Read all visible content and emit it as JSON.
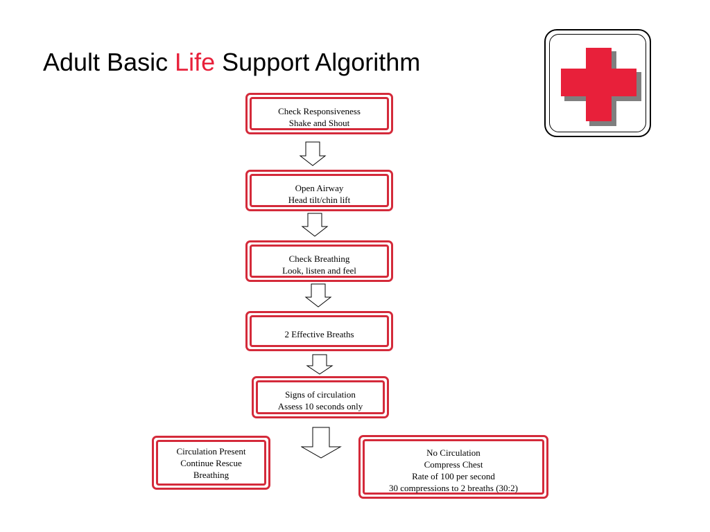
{
  "slide": {
    "title_part1": "Adult Basic ",
    "title_highlight": "Life",
    "title_part2": " Support Algorithm"
  },
  "steps": [
    {
      "line1": "Check Responsiveness",
      "line2": "Shake and Shout"
    },
    {
      "line1": "Open Airway",
      "line2": "Head tilt/chin lift"
    },
    {
      "line1": "Check Breathing",
      "line2": "Look, listen and feel"
    },
    {
      "line1": "2 Effective Breaths"
    },
    {
      "line1": "Signs of circulation",
      "line2": "Assess 10 seconds only"
    }
  ],
  "branches": {
    "present": {
      "line1": "Circulation Present",
      "line2": "Continue Rescue",
      "line3": "Breathing"
    },
    "absent": {
      "line1": "No Circulation",
      "line2": "Compress Chest",
      "line3": "Rate of 100 per second",
      "line4": "30 compressions to 2 breaths (30:2)"
    }
  },
  "colors": {
    "accent": "#e8203a",
    "box_border": "#d42a3a",
    "cross_shadow": "#7f7f7f"
  }
}
